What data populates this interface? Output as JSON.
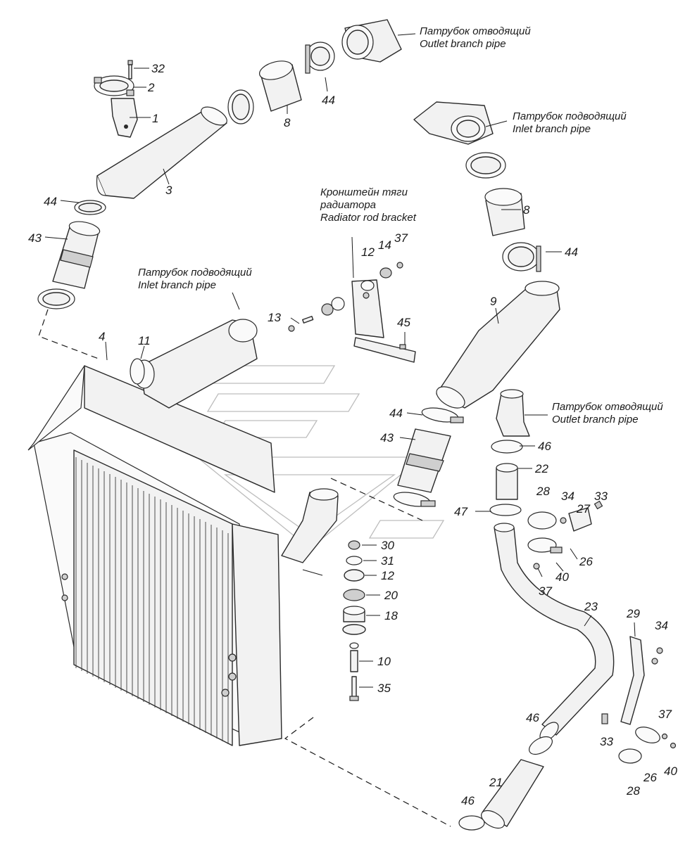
{
  "callouts": {
    "outlet_top_ru": "Патрубок отводящий",
    "outlet_top_en": "Outlet branch pipe",
    "inlet_top_ru": "Патрубок подводящий",
    "inlet_top_en": "Inlet branch pipe",
    "bracket_ru_1": "Кронштейн тяги",
    "bracket_ru_2": "радиатора",
    "bracket_en": "Radiator rod bracket",
    "inlet_left_ru": "Патрубок подводящий",
    "inlet_left_en": "Inlet branch pipe",
    "outlet_right_ru": "Патрубок отводящий",
    "outlet_right_en": "Outlet branch pipe"
  },
  "part_numbers": [
    "32",
    "2",
    "1",
    "3",
    "8",
    "44",
    "8",
    "44",
    "44",
    "43",
    "4",
    "11",
    "13",
    "12",
    "14",
    "37",
    "45",
    "9",
    "44",
    "43",
    "46",
    "22",
    "47",
    "28",
    "34",
    "27",
    "33",
    "26",
    "40",
    "37",
    "30",
    "31",
    "12",
    "20",
    "18",
    "10",
    "35",
    "23",
    "29",
    "34",
    "33",
    "37",
    "46",
    "26",
    "40",
    "28",
    "21",
    "46"
  ]
}
